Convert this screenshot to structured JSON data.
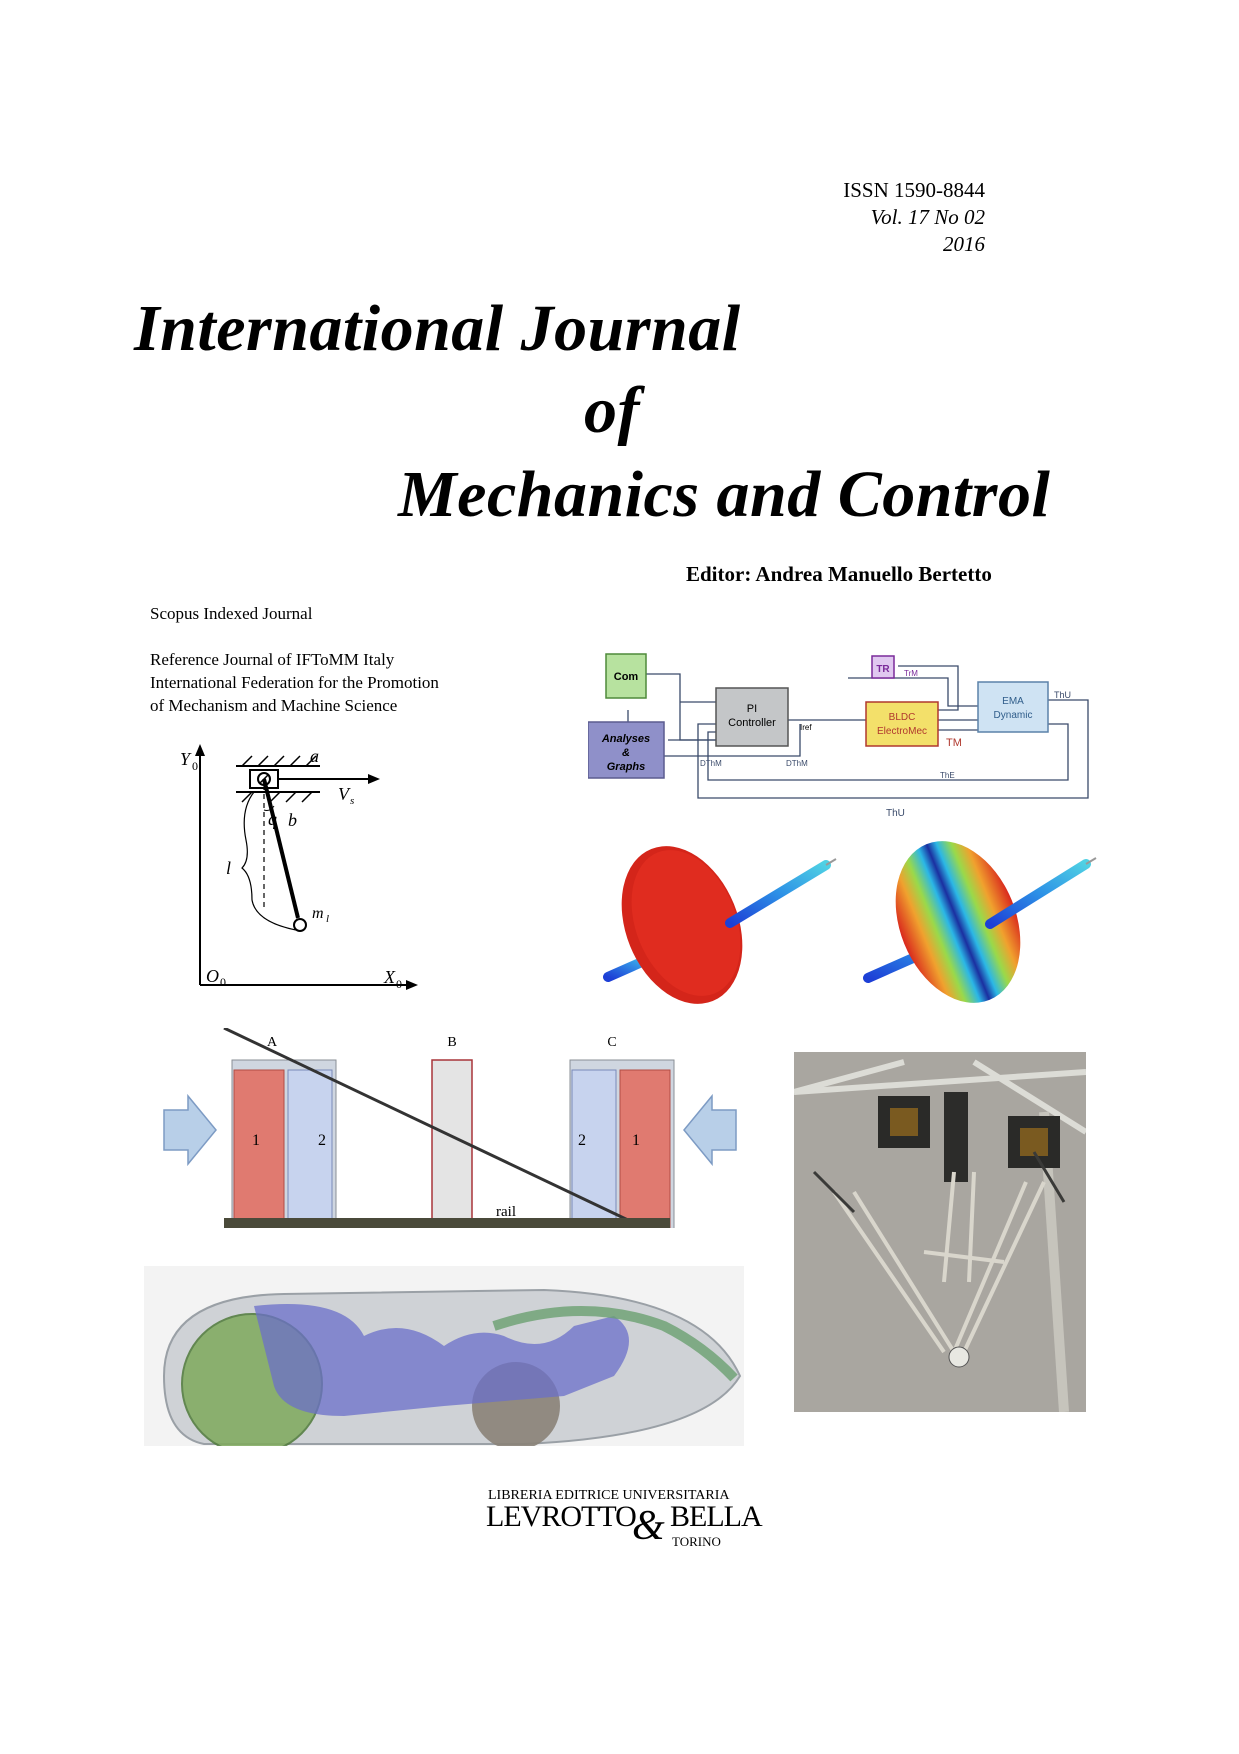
{
  "header": {
    "issn": "ISSN 1590-8844",
    "volume": "Vol. 17 No 02",
    "year": "2016"
  },
  "title": {
    "line1": "International Journal",
    "line2": "of",
    "line3": "Mechanics and Control"
  },
  "editor": "Editor:  Andrea Manuello Bertetto",
  "indexing": "Scopus Indexed Journal",
  "reference": {
    "line1": "Reference Journal of IFToMM Italy",
    "line2": "International Federation for the Promotion",
    "line3": "of Mechanism and Machine Science"
  },
  "pendulum": {
    "y_axis": "Y",
    "y_sub": "0",
    "x_axis": "X",
    "x_sub": "0",
    "origin": "O",
    "origin_sub": "0",
    "a": "a",
    "vs": "V",
    "vs_sub": "s",
    "q": "q",
    "b": "b",
    "l": "l",
    "m": "m",
    "m_sub": "l"
  },
  "block_diagram": {
    "com": "Com",
    "analyses": "Analyses",
    "amp": "&",
    "graphs": "Graphs",
    "pi1": "PI",
    "pi2": "Controller",
    "bldc1": "BLDC",
    "bldc2": "ElectroMec",
    "ema1": "EMA",
    "ema2": "Dynamic",
    "tr": "TR",
    "trm": "TrM",
    "iref": "Iref",
    "tm": "TM",
    "thu": "ThU",
    "the": "ThE",
    "dthm": "DThM",
    "dthm2": "DThM",
    "thu2": "ThU"
  },
  "tanks": {
    "a": "A",
    "b": "B",
    "c": "C",
    "one": "1",
    "two": "2",
    "two_c": "2",
    "one_c": "1",
    "rail": "rail"
  },
  "publisher": {
    "line1": "LIBRERIA EDITRICE UNIVERSITARIA",
    "levrotto": "LEVROTTO",
    "amp": "&",
    "bella": "BELLA",
    "torino": "TORINO"
  }
}
